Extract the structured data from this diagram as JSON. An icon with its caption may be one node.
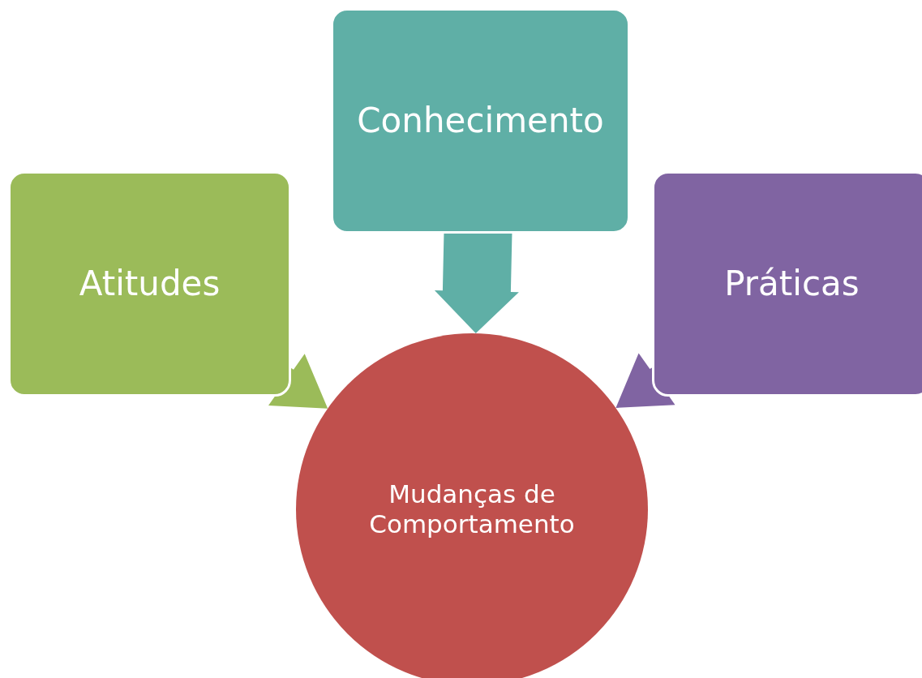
{
  "diagram": {
    "nodes": [
      {
        "text": [
          "Conhecimento"
        ]
      },
      {
        "text": [
          "Atitudes"
        ]
      },
      {
        "text": [
          "Práticas"
        ]
      },
      {
        "text": [
          "Mudanças de Comportamento"
        ]
      }
    ],
    "edges": [
      {
        "from": 0,
        "to": 3,
        "arrow": "to",
        "style": "thick",
        "color": "#5fafa6"
      },
      {
        "from": 1,
        "to": 3,
        "arrow": "to",
        "color": "#9bbb59"
      },
      {
        "from": 2,
        "to": 3,
        "arrow": "to",
        "color": "#8064a2"
      }
    ]
  }
}
